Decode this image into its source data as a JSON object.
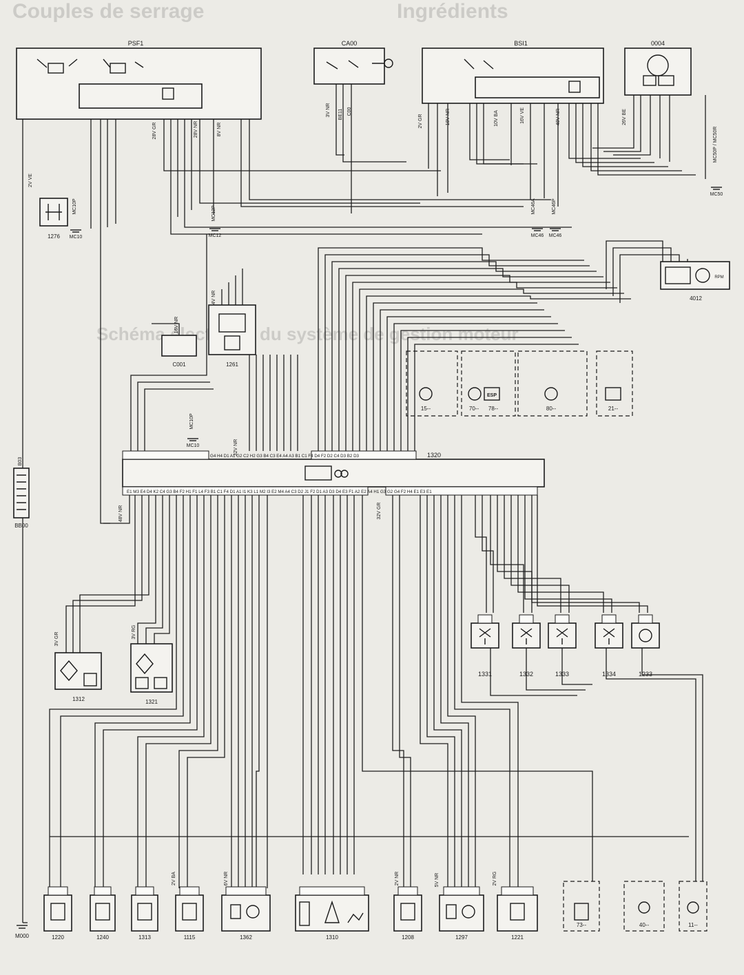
{
  "page": {
    "ghost_left": "Couples de serrage",
    "ghost_right": "Ingrédients",
    "ghost_mid": "Schéma électrique du système de gestion moteur"
  },
  "modules": {
    "psf1": {
      "code": "PSF1"
    },
    "ca00": {
      "code": "CA00"
    },
    "bsi1": {
      "code": "BSI1"
    },
    "c0004": {
      "code": "0004"
    },
    "ecu1320": {
      "code": "1320"
    },
    "c1276": {
      "code": "1276"
    },
    "c1261": {
      "code": "1261"
    },
    "c001": {
      "code": "C001"
    },
    "c4012": {
      "code": "4012"
    },
    "c1312": {
      "code": "1312"
    },
    "c1321": {
      "code": "1321"
    },
    "bb00": {
      "code": "BB00"
    },
    "b03": {
      "code": "B03"
    },
    "m000": {
      "code": "M000"
    }
  },
  "grounds": [
    {
      "label": "MC10P"
    },
    {
      "label": "MC10"
    },
    {
      "label": "MC12P"
    },
    {
      "label": "MC12"
    },
    {
      "label": "MC46A"
    },
    {
      "label": "MC46"
    },
    {
      "label": "MC46P"
    },
    {
      "label": "MC46"
    },
    {
      "label": "MC50P / MC50R"
    },
    {
      "label": "MC50"
    },
    {
      "label": "MC10P"
    },
    {
      "label": "MC10"
    }
  ],
  "dashed_groups": [
    {
      "code": "15--"
    },
    {
      "code": "70--"
    },
    {
      "code": "78--"
    },
    {
      "code": "80--"
    },
    {
      "code": "21--"
    }
  ],
  "mid_components": [
    {
      "code": "1331"
    },
    {
      "code": "1332"
    },
    {
      "code": "1333"
    },
    {
      "code": "1334"
    },
    {
      "code": "1233"
    }
  ],
  "bottom_components": [
    {
      "code": "1220"
    },
    {
      "code": "1240"
    },
    {
      "code": "1313"
    },
    {
      "code": "1115"
    },
    {
      "code": "1362"
    },
    {
      "code": "1310"
    },
    {
      "code": "1208"
    },
    {
      "code": "1297"
    },
    {
      "code": "1221"
    },
    {
      "code": "73--"
    },
    {
      "code": "40--"
    },
    {
      "code": "11--"
    }
  ],
  "connector_labels": [
    {
      "text": "3V NR"
    },
    {
      "text": "BE11"
    },
    {
      "text": "C00"
    },
    {
      "text": "28V GR"
    },
    {
      "text": "28V NR"
    },
    {
      "text": "8V NR"
    },
    {
      "text": "2V GR"
    },
    {
      "text": "10V NR"
    },
    {
      "text": "10V BA"
    },
    {
      "text": "16V VE"
    },
    {
      "text": "40V NR"
    },
    {
      "text": "26V BE"
    },
    {
      "text": "2V VE"
    },
    {
      "text": "16V NR"
    },
    {
      "text": "4V NR"
    },
    {
      "text": "32V NR"
    },
    {
      "text": "48V NR"
    },
    {
      "text": "32V GR"
    },
    {
      "text": "6V NR"
    },
    {
      "text": "3V GR"
    },
    {
      "text": "3V RG"
    },
    {
      "text": "2V NR"
    },
    {
      "text": "2V BA"
    },
    {
      "text": "5V NR"
    },
    {
      "text": "2V RG"
    }
  ],
  "symbols": {
    "esp": "ESP",
    "rpm_label": "RPM"
  },
  "ecu_pin_rows": {
    "top": "G4 H4 D1 A1 G2 C2 H2 G3 B4   C3 E4 A4 A3 B1 C1 F4 D4 F2 D2 C4 D3 B2 D3",
    "bottom": "E1 M3 E4 D4 K2 C4 G3 B4 F2 H1 F1 L4 F3 B1 C1 F4 D1 A1 I1   K3 L1 M2   I3   E2 M4 A4 C3 D2 J1 F2   D1 A3   D3 D4 E3 F1 A2 E2 A4   H1 G3 G2 G4 F2 H4 E1 E3 E1"
  }
}
